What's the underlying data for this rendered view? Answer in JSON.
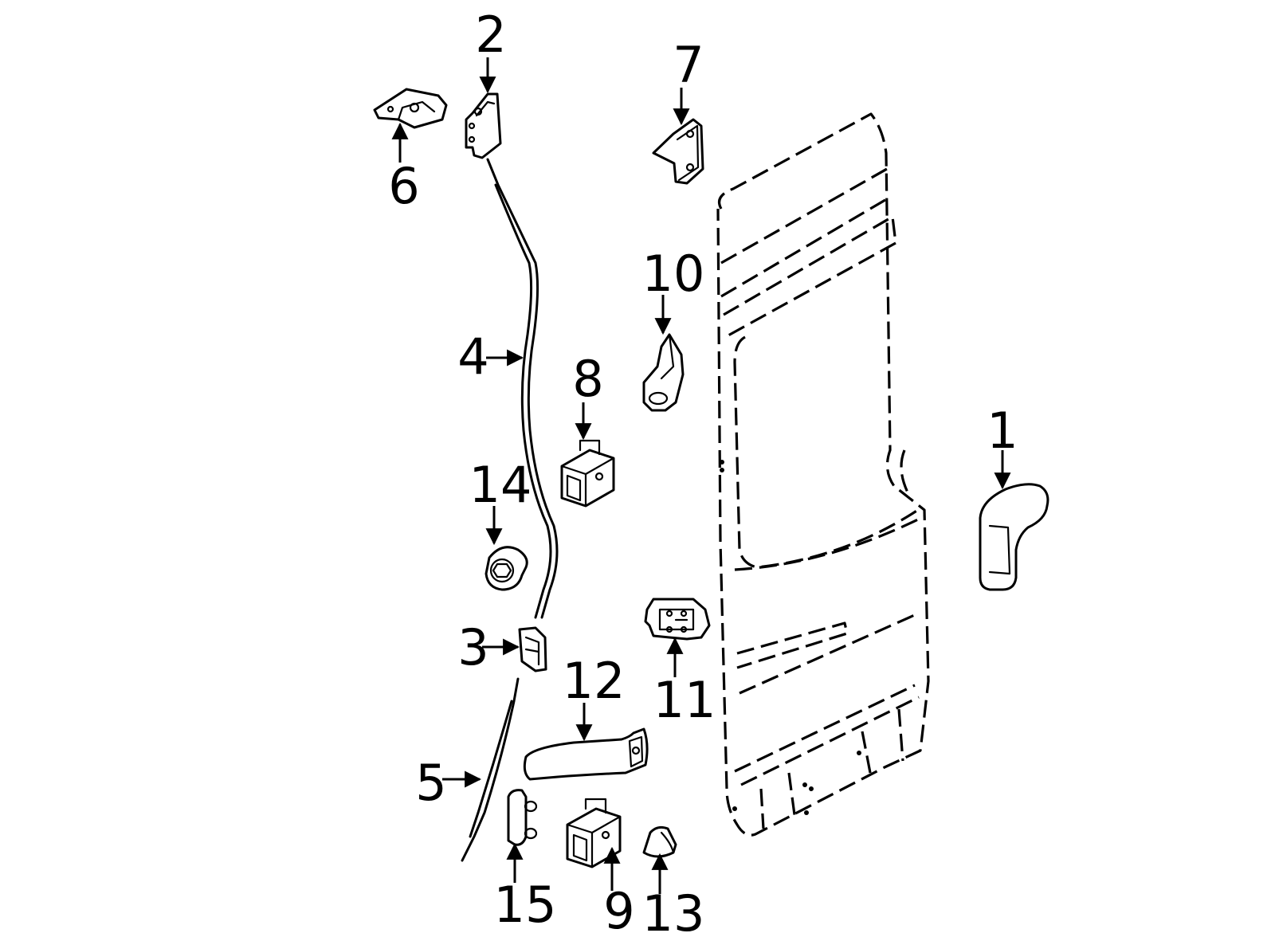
{
  "callouts": [
    {
      "id": "1",
      "label": "1",
      "pointer": "down"
    },
    {
      "id": "2",
      "label": "2",
      "pointer": "down"
    },
    {
      "id": "3",
      "label": "3",
      "pointer": "right"
    },
    {
      "id": "4",
      "label": "4",
      "pointer": "right"
    },
    {
      "id": "5",
      "label": "5",
      "pointer": "right"
    },
    {
      "id": "6",
      "label": "6",
      "pointer": "up"
    },
    {
      "id": "7",
      "label": "7",
      "pointer": "down"
    },
    {
      "id": "8",
      "label": "8",
      "pointer": "down"
    },
    {
      "id": "9",
      "label": "9",
      "pointer": "up"
    },
    {
      "id": "10",
      "label": "10",
      "pointer": "down"
    },
    {
      "id": "11",
      "label": "11",
      "pointer": "up"
    },
    {
      "id": "12",
      "label": "12",
      "pointer": "down"
    },
    {
      "id": "13",
      "label": "13",
      "pointer": "up"
    },
    {
      "id": "14",
      "label": "14",
      "pointer": "down"
    },
    {
      "id": "15",
      "label": "15",
      "pointer": "up"
    }
  ],
  "colors": {
    "line": "#000000",
    "background": "#ffffff"
  }
}
